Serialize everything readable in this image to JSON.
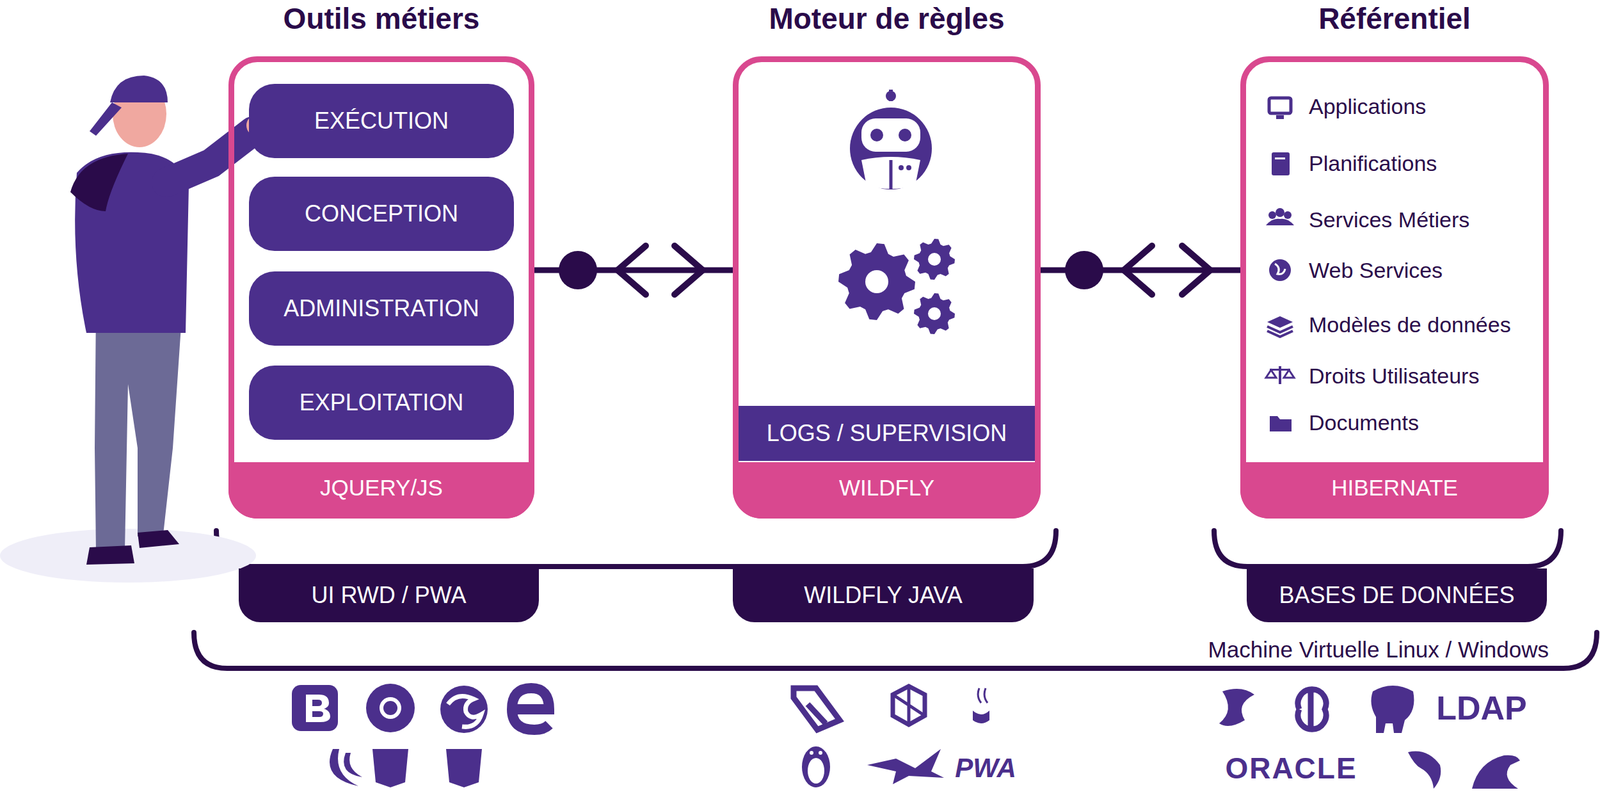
{
  "diagram": {
    "nodes": [
      {
        "text": [
          "Outils métiers",
          "JQUERY/JS"
        ]
      },
      {
        "text": [
          "EXÉCUTION"
        ],
        "in": 0
      },
      {
        "text": [
          "CONCEPTION"
        ],
        "in": 0
      },
      {
        "text": [
          "ADMINISTRATION"
        ],
        "in": 0
      },
      {
        "text": [
          "EXPLOITATION"
        ],
        "in": 0
      },
      {
        "text": [
          "Moteur de règles",
          "WILDFLY"
        ]
      },
      {
        "text": [
          "LOGS / SUPERVISION"
        ],
        "in": 5
      },
      {
        "text": [
          "Référentiel",
          "Applications",
          "Planifications",
          "Services Métiers",
          "Web Services",
          "Modèles de données",
          "Droits Utilisateurs",
          "Documents",
          "HIBERNATE"
        ]
      },
      {
        "text": [
          "UI RWD / PWA"
        ]
      },
      {
        "text": [
          "WILDFLY JAVA"
        ]
      },
      {
        "text": [
          "BASES DE DONNÉES"
        ]
      }
    ],
    "edges": [
      {
        "from": 0,
        "to": 5,
        "arrow": "both"
      },
      {
        "from": 5,
        "to": 7,
        "arrow": "both"
      }
    ],
    "labels": [
      "Machine Virtuelle Linux / Windows",
      "PWA",
      "LDAP",
      "ORACLE"
    ]
  }
}
